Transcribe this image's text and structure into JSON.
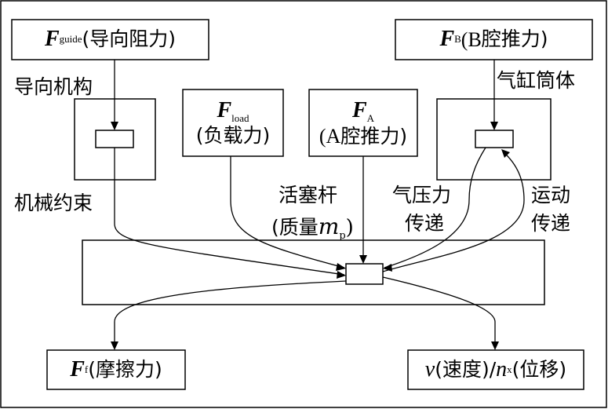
{
  "diagram": {
    "title": "",
    "nodes": {
      "f_guide": {
        "symbol": "F",
        "subscript": "guide",
        "label": "(导向阻力)"
      },
      "f_b": {
        "symbol": "F",
        "subscript": "B",
        "label_prefix": "(B",
        "label": "腔推力)"
      },
      "f_load": {
        "symbol": "F",
        "subscript": "load",
        "label": "(负载力)"
      },
      "f_a": {
        "symbol": "F",
        "subscript": "A",
        "label_prefix": "(A",
        "label": "腔推力)"
      },
      "f_f": {
        "symbol": "F",
        "subscript": "f",
        "label": "(摩擦力)"
      },
      "output": {
        "symbol_v": "v",
        "label_v": "(速度)/",
        "symbol_n": "n",
        "subscript_n": "x",
        "label_n": "(位移)"
      }
    },
    "labels": {
      "guide_mechanism": "导向机构",
      "cylinder_body": "气缸筒体",
      "mechanical_constraint": "机械约束",
      "piston_rod_line1": "活塞杆",
      "piston_rod_line2_prefix": "(质量",
      "piston_rod_mass_symbol": "m",
      "piston_rod_mass_subscript": "p",
      "piston_rod_line2_suffix": ")",
      "pressure_line1": "气压力",
      "pressure_line2": "传递",
      "motion_line1": "运动",
      "motion_line2": "传递"
    }
  }
}
